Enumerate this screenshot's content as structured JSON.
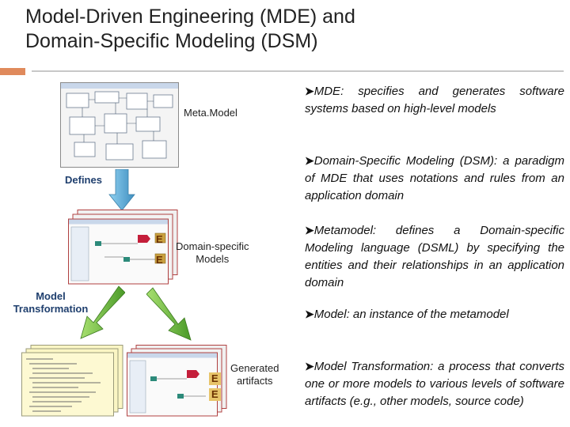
{
  "slide": {
    "title_line1": "Model-Driven Engineering (MDE) and",
    "title_line2": "Domain-Specific Modeling (DSM)"
  },
  "diagram": {
    "metamodel_label": "Meta.Model",
    "defines_label": "Defines",
    "dsm_label_line1": "Domain-specific",
    "dsm_label_line2": "Models",
    "transform_label_line1": "Model",
    "transform_label_line2": "Transformation",
    "generated_line1": "Generated",
    "generated_line2": "artifacts",
    "element_marker": "E"
  },
  "bullets": [
    {
      "term": "MDE",
      "text": ": specifies and generates software systems based on high-level models"
    },
    {
      "term": "Domain-Specific Modeling (DSM)",
      "text": ": a paradigm of MDE that uses notations and rules from an application domain"
    },
    {
      "term": "Metamodel:",
      "text": " defines a Domain-specific Modeling language (DSML) by specifying the entities and their relationships in an application domain"
    },
    {
      "term": "Model:",
      "text": " an instance of the metamodel"
    },
    {
      "term": "Model Transformation:",
      "text": " a process that converts one or more models to various levels of software artifacts (e.g., other models, source code)"
    }
  ],
  "colors": {
    "accent": "#e08a5c",
    "arrow_blue": "#5aa6cf",
    "arrow_green": "#6dbf3a",
    "paper_yellow": "#fbf6c4",
    "label_blue": "#1f3f6e"
  }
}
